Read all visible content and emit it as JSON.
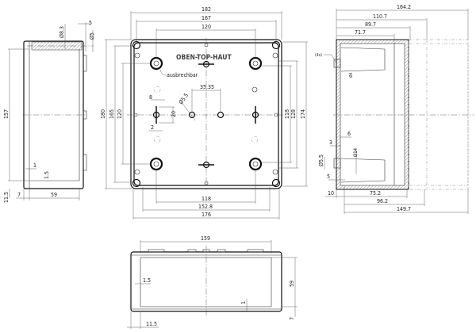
{
  "left_view": {
    "d_8_3": "Ø8.3",
    "d_5_top": "5",
    "d_5_dia": "Ø5",
    "h_157": "157",
    "w_1": "1",
    "w_1_5": "1.5",
    "h_11_5": "11.5",
    "w_7": "7",
    "w_59": "59"
  },
  "front_view": {
    "label_top": "OBEN-TOP-HAUT",
    "label_knockout": "ausbrechbar",
    "w_182": "182",
    "w_167": "167",
    "w_120_top": "120",
    "w_35_35": "35.35",
    "d_5_5": "Ø5.5",
    "w_8": "8",
    "h_20": "20",
    "w_2": "2",
    "w_118_bottom": "118",
    "w_152_8": "152.8",
    "w_176": "176",
    "h_180": "180",
    "h_165": "165",
    "h_120": "120",
    "h_118": "118",
    "h_128": "128",
    "h_174": "174"
  },
  "right_view": {
    "w_164_2": "164.2",
    "w_110_7": "110.7",
    "w_89_7": "89.7",
    "w_71_7": "71.7",
    "label_ax": "(4x)",
    "d_4": "Ø4",
    "w_6": "6",
    "w_3": "3",
    "d_5_5": "Ø5.5",
    "d_14": "Ø14",
    "w_5": "5",
    "w_10": "10",
    "w_75_2": "75.2",
    "w_96_2": "96.2",
    "w_149_7": "149.7"
  },
  "bottom_view": {
    "w_159": "159",
    "h_59": "59",
    "w_1_5": "1.5",
    "w_1": "1",
    "h_7": "7",
    "w_11_5": "11.5"
  }
}
